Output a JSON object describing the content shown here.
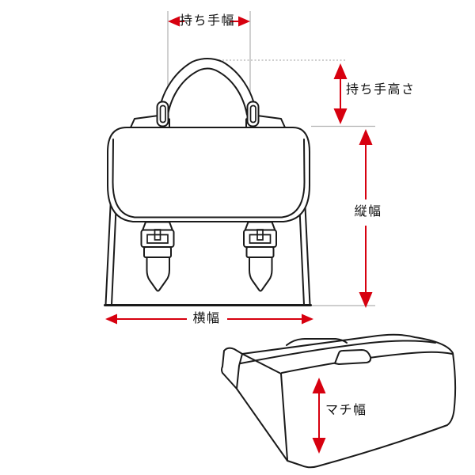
{
  "labels": {
    "handle_width": "持ち手幅",
    "handle_height": "持ち手高さ",
    "body_height": "縦幅",
    "body_width": "横幅",
    "gusset_width": "マチ幅"
  },
  "colors": {
    "arrow_red": "#d7000f",
    "line_ink": "#1a1a1a",
    "guide_gray": "#b0b0b0"
  }
}
